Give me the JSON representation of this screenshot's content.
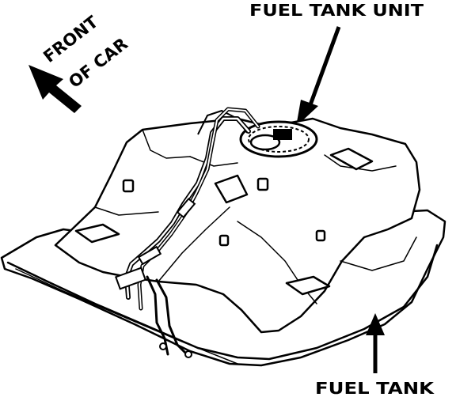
{
  "labels": {
    "fuel_tank_unit": "FUEL TANK UNIT",
    "fuel_tank": "FUEL TANK",
    "front_line1": "FRONT",
    "front_line2": "OF CAR"
  },
  "colors": {
    "ink": "#000000",
    "paper": "#ffffff"
  }
}
